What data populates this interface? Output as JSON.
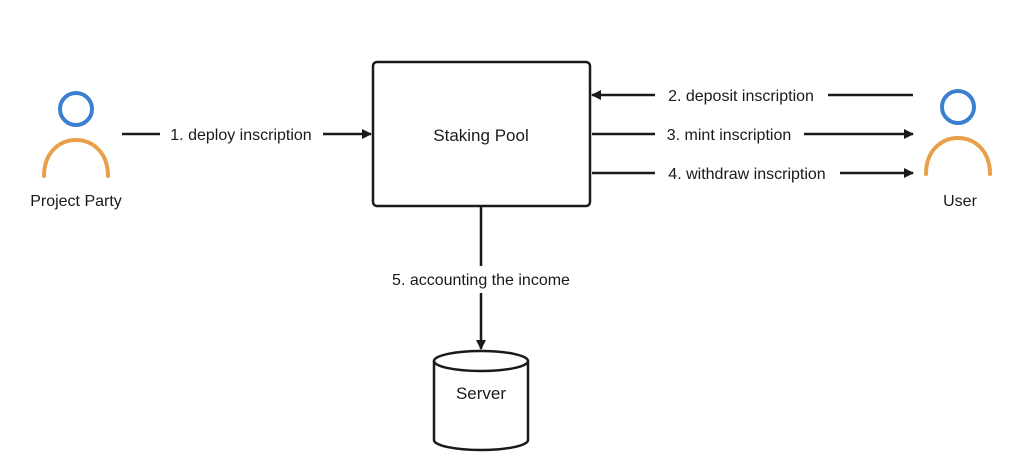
{
  "actors": {
    "project_party": "Project Party",
    "user": "User"
  },
  "nodes": {
    "staking_pool": "Staking Pool",
    "server": "Server"
  },
  "flows": {
    "deploy": "1. deploy inscription",
    "deposit": "2. deposit inscription",
    "mint": "3. mint inscription",
    "withdraw": "4. withdraw inscription",
    "accounting": "5. accounting the income"
  },
  "colors": {
    "actor_head": "#3b7fd0",
    "actor_body": "#e8a04a",
    "line": "#1a1a1a"
  }
}
